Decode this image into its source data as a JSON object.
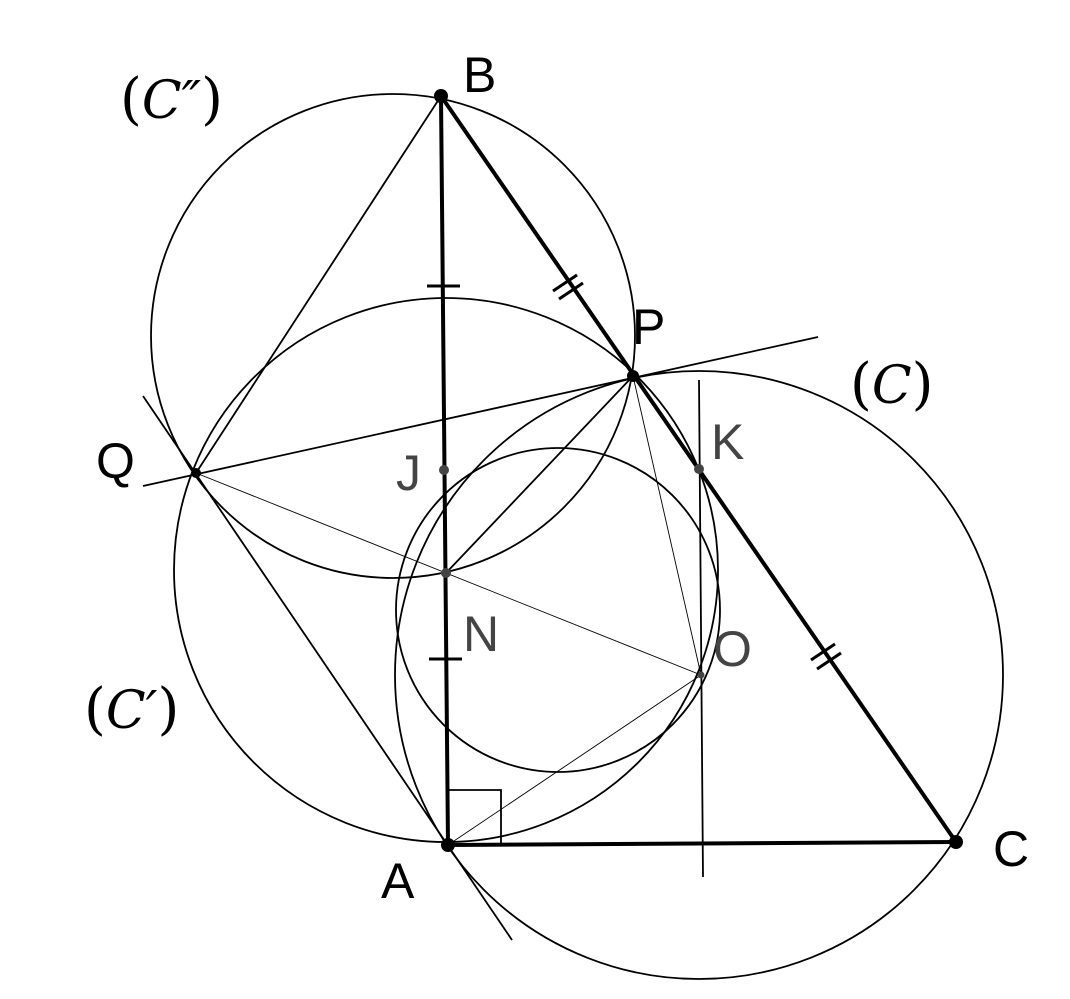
{
  "points": {
    "A": "A",
    "B": "B",
    "C": "C",
    "P": "P",
    "Q": "Q",
    "J": "J",
    "K": "K",
    "N": "N",
    "O": "O"
  },
  "circles": {
    "C": "C",
    "C_prime": "C′",
    "C_double_prime": "C″"
  },
  "colors": {
    "stroke": "#000000",
    "grey_label": "#444444",
    "background": "#ffffff"
  }
}
